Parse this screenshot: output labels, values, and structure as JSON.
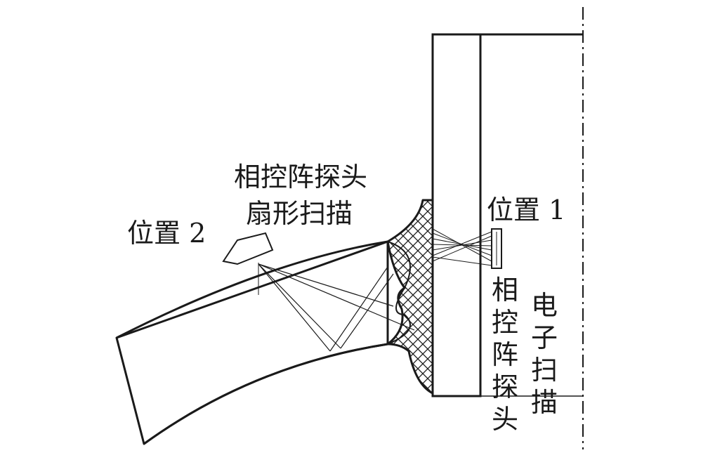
{
  "labels": {
    "phased_array_probe": "相控阵探头",
    "sector_scan": "扇形扫描",
    "position_2": "位置 2",
    "position_1": "位置 1",
    "phased_array_probe_vertical": "相控阵探头",
    "electronic_scan": "电子扫描"
  }
}
